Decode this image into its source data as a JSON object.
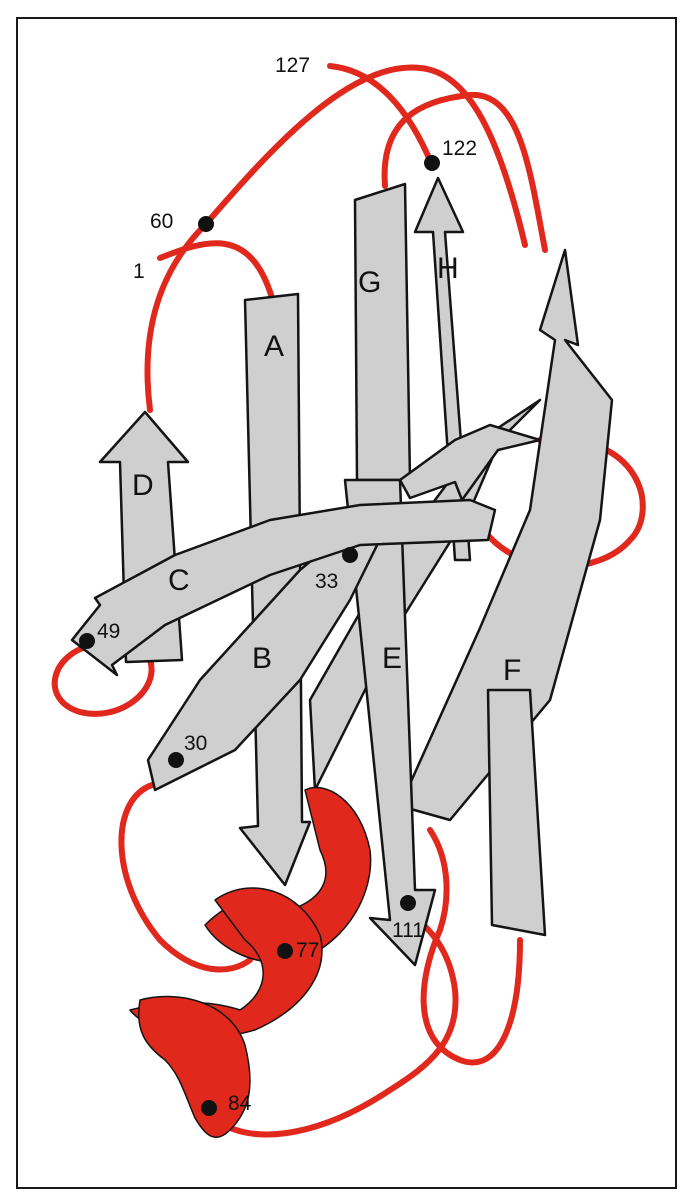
{
  "colors": {
    "strand_fill": "#cfcfcf",
    "strand_stroke": "#141414",
    "coil": "#e0281c",
    "helix": "#e0281c",
    "marker": "#111111",
    "frame": "#1a1a1a",
    "background": "#ffffff"
  },
  "strands": [
    {
      "id": "A",
      "label": "A"
    },
    {
      "id": "B",
      "label": "B"
    },
    {
      "id": "C",
      "label": "C"
    },
    {
      "id": "D",
      "label": "D"
    },
    {
      "id": "E",
      "label": "E"
    },
    {
      "id": "F",
      "label": "F"
    },
    {
      "id": "G",
      "label": "G"
    },
    {
      "id": "H",
      "label": "H"
    }
  ],
  "residues": [
    {
      "id": "r1",
      "label": "1"
    },
    {
      "id": "r30",
      "label": "30"
    },
    {
      "id": "r33",
      "label": "33"
    },
    {
      "id": "r49",
      "label": "49"
    },
    {
      "id": "r60",
      "label": "60"
    },
    {
      "id": "r77",
      "label": "77"
    },
    {
      "id": "r84",
      "label": "84"
    },
    {
      "id": "r111",
      "label": "111"
    },
    {
      "id": "r122",
      "label": "122"
    },
    {
      "id": "r127",
      "label": "127"
    }
  ]
}
